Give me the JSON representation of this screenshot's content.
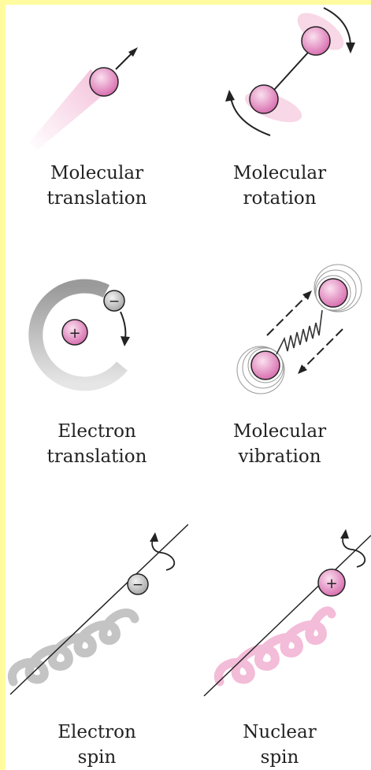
{
  "panels": [
    {
      "name": "molecular-translation",
      "line1": "Molecular",
      "line2": "translation"
    },
    {
      "name": "molecular-rotation",
      "line1": "Molecular",
      "line2": "rotation"
    },
    {
      "name": "electron-translation",
      "line1": "Electron",
      "line2": "translation"
    },
    {
      "name": "molecular-vibration",
      "line1": "Molecular",
      "line2": "vibration"
    },
    {
      "name": "electron-spin",
      "line1": "Electron",
      "line2": "spin"
    },
    {
      "name": "nuclear-spin",
      "line1": "Nuclear",
      "line2": "spin"
    }
  ],
  "symbols": {
    "electron": "−",
    "nucleus": "+"
  },
  "colors": {
    "background": "#fffb9e",
    "particle_pink": "#e890c4",
    "particle_gray": "#c8c8c8",
    "trail_pink": "#f2b6d4",
    "trail_gray": "#cfcfcf"
  }
}
